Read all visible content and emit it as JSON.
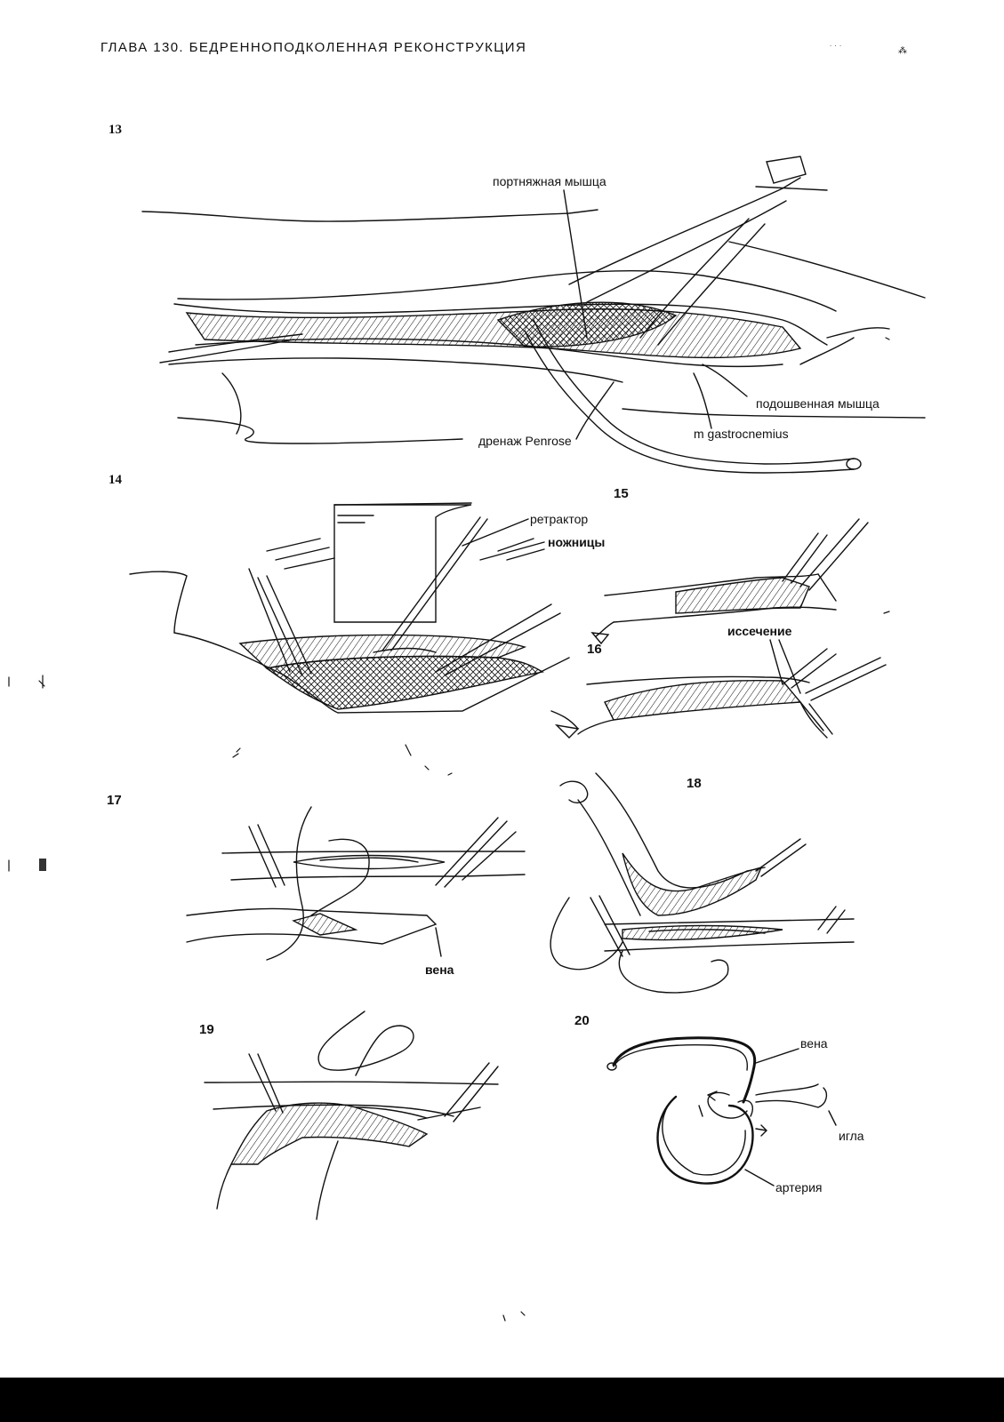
{
  "header": {
    "title": "ГЛАВА 130. БЕДРЕННОПОДКОЛЕННАЯ РЕКОНСТРУКЦИЯ"
  },
  "figures": [
    {
      "number": "13",
      "labels": {
        "sartorius": "портняжная мышца",
        "plantaris": "подошвенная мышца",
        "gastrocnemius": "m gastrocnemius",
        "penrose": "дренаж Penrose"
      }
    },
    {
      "number": "14",
      "labels": {
        "retractor": "ретрактор",
        "scissors": "ножницы"
      }
    },
    {
      "number": "15",
      "labels": {}
    },
    {
      "number": "16",
      "labels": {
        "excision": "иссечение"
      }
    },
    {
      "number": "17",
      "labels": {
        "vein": "вена"
      }
    },
    {
      "number": "18",
      "labels": {}
    },
    {
      "number": "19",
      "labels": {}
    },
    {
      "number": "20",
      "labels": {
        "vein": "вена",
        "needle": "игла",
        "artery": "артерия"
      }
    }
  ],
  "colors": {
    "ink": "#111111",
    "page": "#ffffff",
    "footer_bar": "#000000"
  }
}
